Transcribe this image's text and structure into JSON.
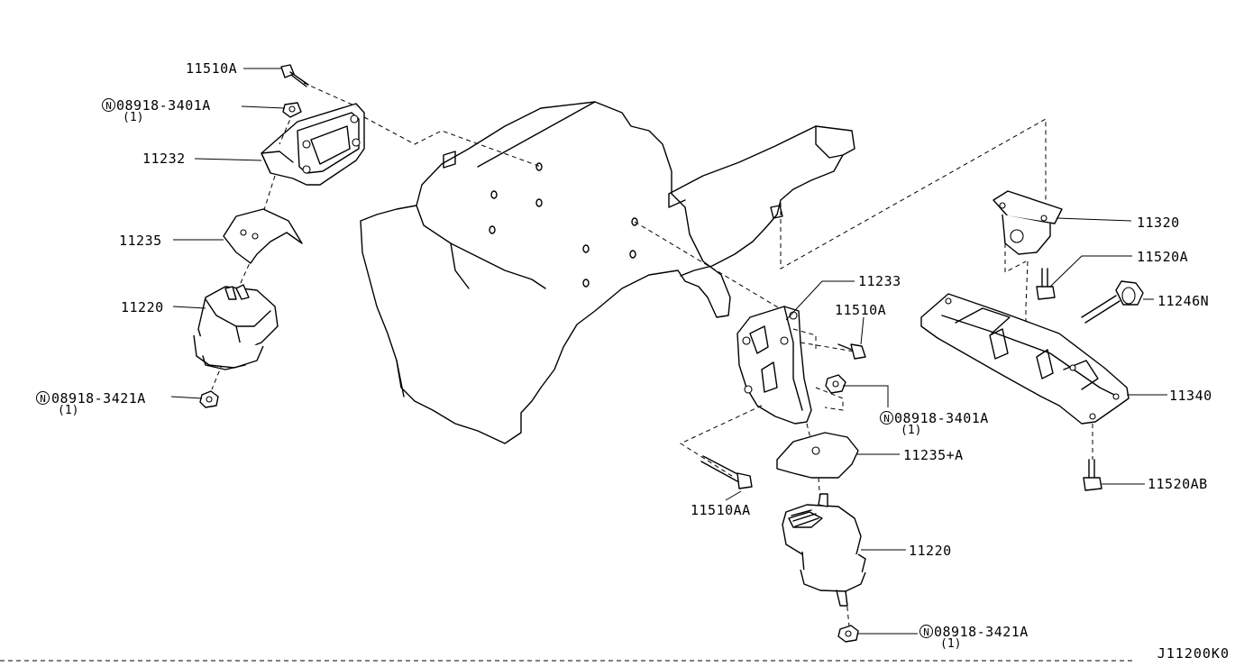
{
  "parts": [
    {
      "id": "lbl-11510a-top",
      "text": "11510A"
    },
    {
      "id": "lbl-08918-3401a-left",
      "text": "08918-3401A",
      "circle": "N",
      "qty": "(1)"
    },
    {
      "id": "lbl-11232",
      "text": "11232"
    },
    {
      "id": "lbl-11235",
      "text": "11235"
    },
    {
      "id": "lbl-11220-left",
      "text": "11220"
    },
    {
      "id": "lbl-08918-3421a-left",
      "text": "08918-3421A",
      "circle": "N",
      "qty": "(1)"
    },
    {
      "id": "lbl-11233",
      "text": "11233"
    },
    {
      "id": "lbl-11510a-right",
      "text": "11510A"
    },
    {
      "id": "lbl-08918-3401a-right",
      "text": "08918-3401A",
      "circle": "N",
      "qty": "(1)"
    },
    {
      "id": "lbl-11235a",
      "text": "11235+A"
    },
    {
      "id": "lbl-11510aa",
      "text": "11510AA"
    },
    {
      "id": "lbl-11220-right",
      "text": "11220"
    },
    {
      "id": "lbl-08918-3421a-right",
      "text": "08918-3421A",
      "circle": "N",
      "qty": "(1)"
    },
    {
      "id": "lbl-11320",
      "text": "11320"
    },
    {
      "id": "lbl-11520a",
      "text": "11520A"
    },
    {
      "id": "lbl-11246n",
      "text": "11246N"
    },
    {
      "id": "lbl-11340",
      "text": "11340"
    },
    {
      "id": "lbl-11520ab",
      "text": "11520AB"
    }
  ],
  "drawing_code": "J11200K0"
}
